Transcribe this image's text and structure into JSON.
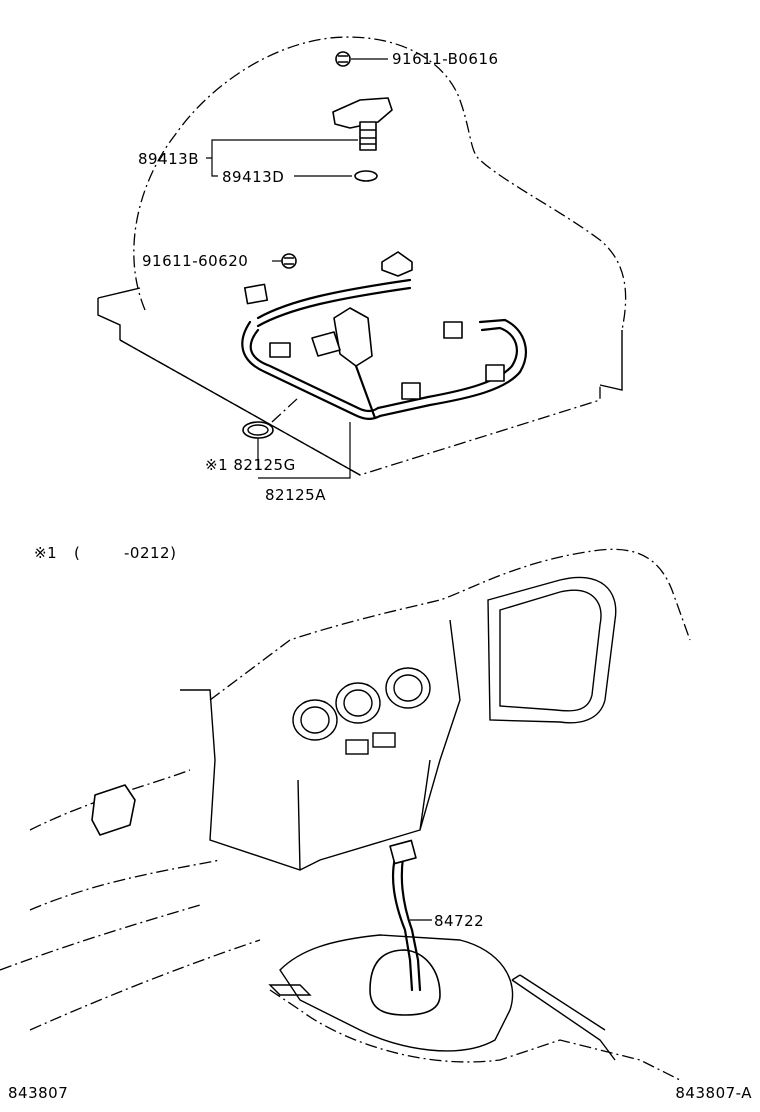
{
  "callouts": [
    {
      "id": "c1",
      "text": "91611-B0616"
    },
    {
      "id": "c2",
      "text": "89413B"
    },
    {
      "id": "c3",
      "text": "89413D"
    },
    {
      "id": "c4",
      "text": "91611-60620"
    },
    {
      "id": "c5",
      "text": "※1 82125G"
    },
    {
      "id": "c6",
      "text": "82125A"
    },
    {
      "id": "c7",
      "text": "84722"
    }
  ],
  "footnote": {
    "mark": "※1",
    "range_open": "(",
    "range_value": "-0212)"
  },
  "figure_numbers": {
    "left": "843807",
    "right": "843807-A"
  }
}
